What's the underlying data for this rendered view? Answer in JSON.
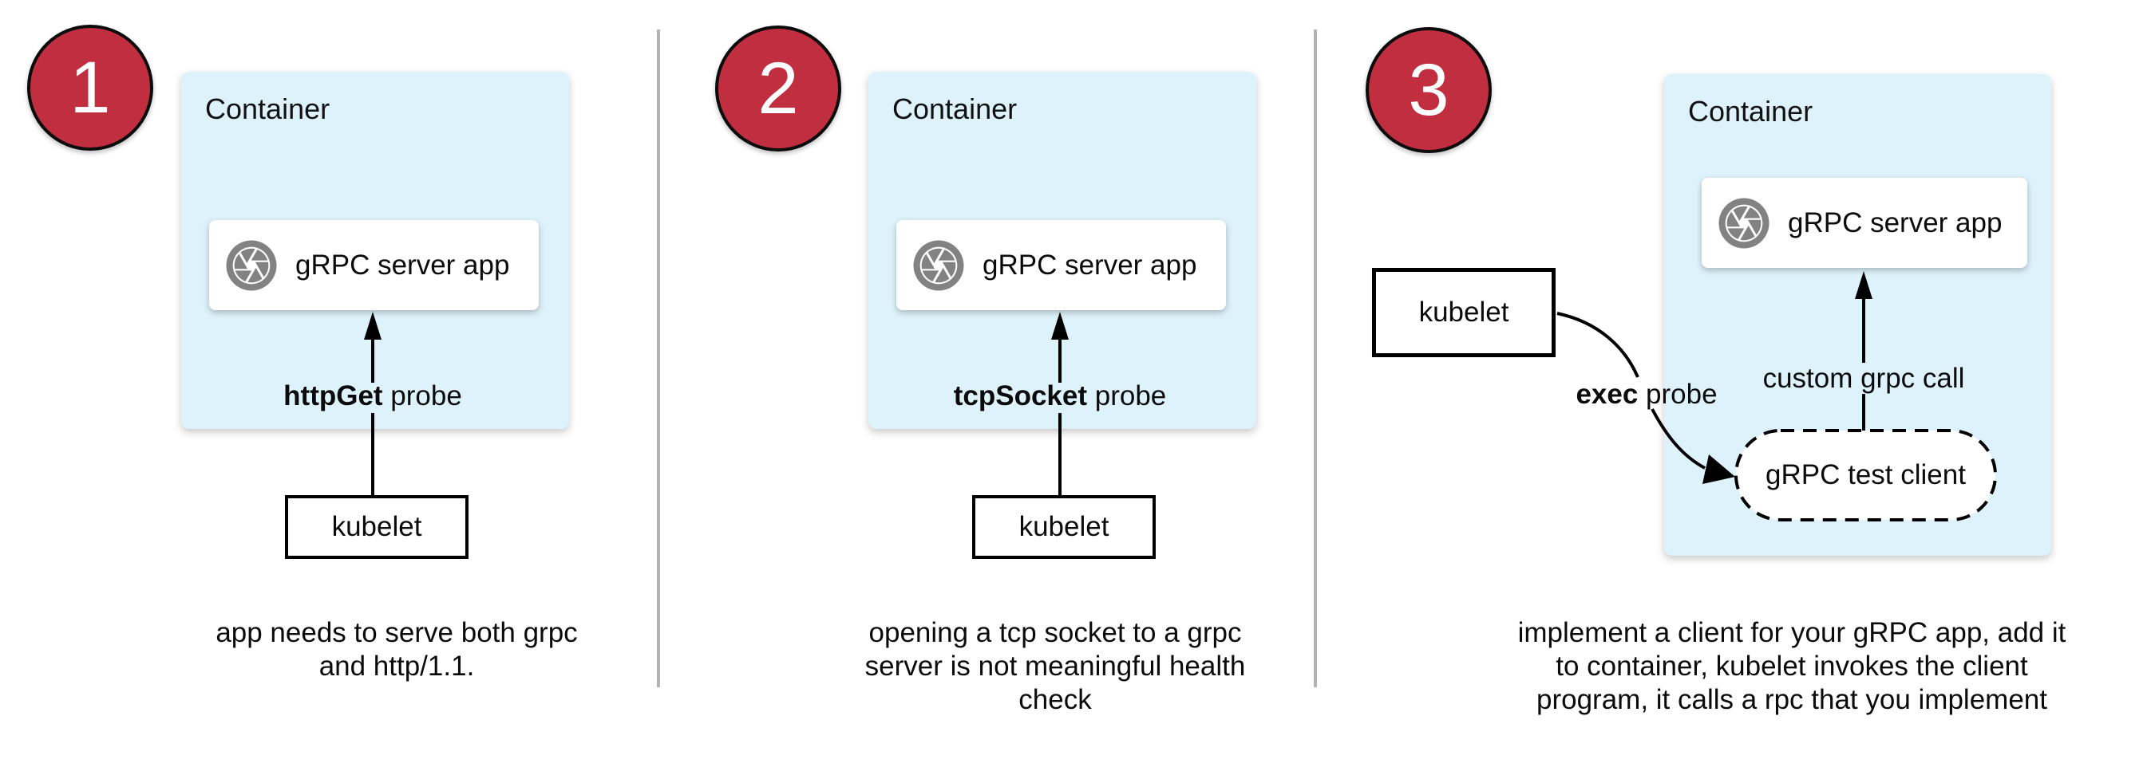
{
  "colors": {
    "container_fill": "#def2fb",
    "badge_red": "#c12e3f",
    "icon_gray": "#828282",
    "divider_gray": "#b3b3b3",
    "line_black": "#000000"
  },
  "panels": [
    {
      "number": "1",
      "container_label": "Container",
      "app_label": "gRPC server app",
      "app_icon": "aperture-icon",
      "probe_bold": "httpGet",
      "probe_rest": " probe",
      "kubelet_label": "kubelet",
      "caption": [
        "app needs to serve both grpc",
        "and http/1.1."
      ]
    },
    {
      "number": "2",
      "container_label": "Container",
      "app_label": "gRPC server app",
      "app_icon": "aperture-icon",
      "probe_bold": "tcpSocket",
      "probe_rest": " probe",
      "kubelet_label": "kubelet",
      "caption": [
        "opening a tcp socket to a grpc",
        "server is not meaningful health",
        "check"
      ]
    },
    {
      "number": "3",
      "container_label": "Container",
      "app_label": "gRPC server app",
      "app_icon": "aperture-icon",
      "probe_bold": "exec",
      "probe_rest": " probe",
      "kubelet_label": "kubelet",
      "call_label": "custom grpc call",
      "test_client_label": "gRPC test client",
      "caption": [
        "implement a client for your gRPC app, add it",
        "to container, kubelet invokes the client",
        "program, it calls a rpc that you implement"
      ]
    }
  ]
}
